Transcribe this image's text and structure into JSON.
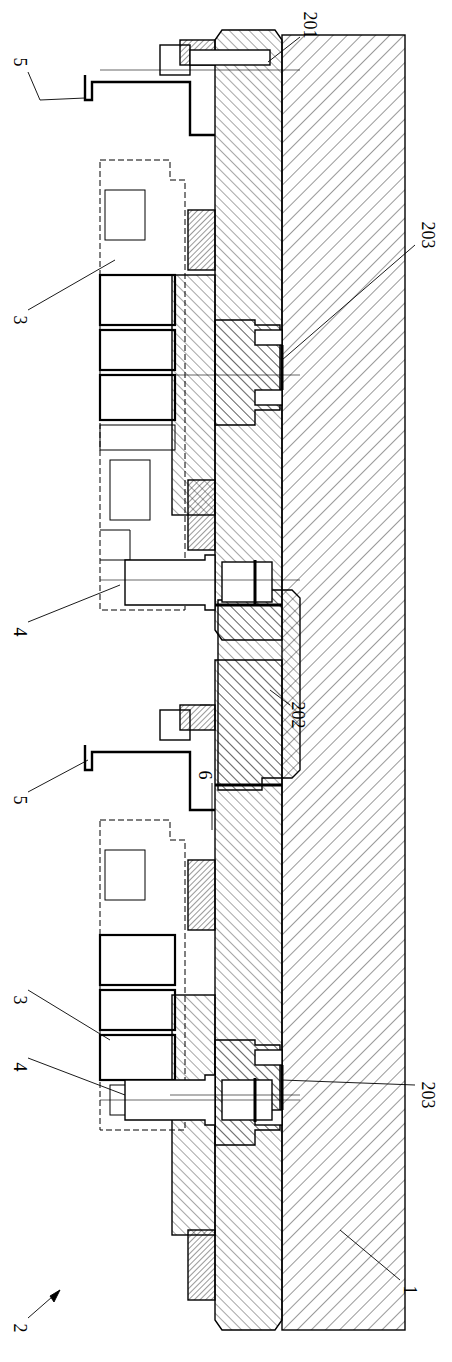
{
  "diagram": {
    "labels": [
      "201",
      "5",
      "203",
      "3",
      "4",
      "202",
      "6",
      "5",
      "3",
      "4",
      "203",
      "1",
      "2"
    ]
  }
}
